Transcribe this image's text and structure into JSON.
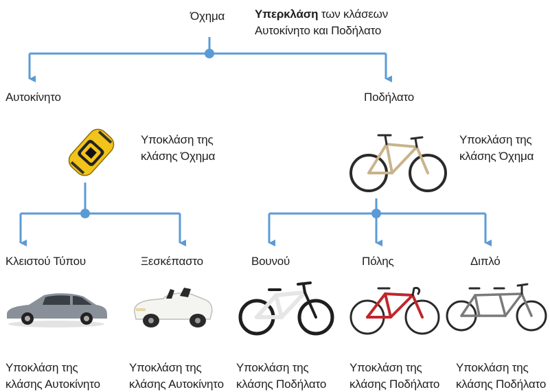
{
  "root": {
    "label": "Όχημα",
    "note_bold": "Υπερκλάση",
    "note_rest": " των κλάσεων",
    "note_line2": "Αυτοκίνητο και Ποδήλατο"
  },
  "car": {
    "label": "Αυτοκίνητο",
    "subclass_line1": "Υποκλάση της",
    "subclass_line2": "κλάσης Όχημα",
    "children": [
      {
        "label": "Κλειστού Τύπου",
        "sub1": "Υποκλάση της",
        "sub2": "κλάσης Αυτοκίνητο"
      },
      {
        "label": "Ξεσκέπαστο",
        "sub1": "Υποκλάση της",
        "sub2": "κλάσης Αυτοκίνητο"
      }
    ]
  },
  "bike": {
    "label": "Ποδήλατο",
    "subclass_line1": "Υποκλάση της",
    "subclass_line2": "κλάσης Όχημα",
    "children": [
      {
        "label": "Βουνού",
        "sub1": "Υποκλάση της",
        "sub2": "κλάσης Ποδήλατο"
      },
      {
        "label": "Πόλης",
        "sub1": "Υποκλάση της",
        "sub2": "κλάσης Ποδήλατο"
      },
      {
        "label": "Διπλό",
        "sub1": "Υποκλάση της",
        "sub2": "κλάσης Ποδήλατο"
      }
    ]
  },
  "colors": {
    "connector": "#5b9bd5",
    "taxi": "#f2c318",
    "sedan": "#8a9099",
    "redbike": "#c0262b"
  }
}
